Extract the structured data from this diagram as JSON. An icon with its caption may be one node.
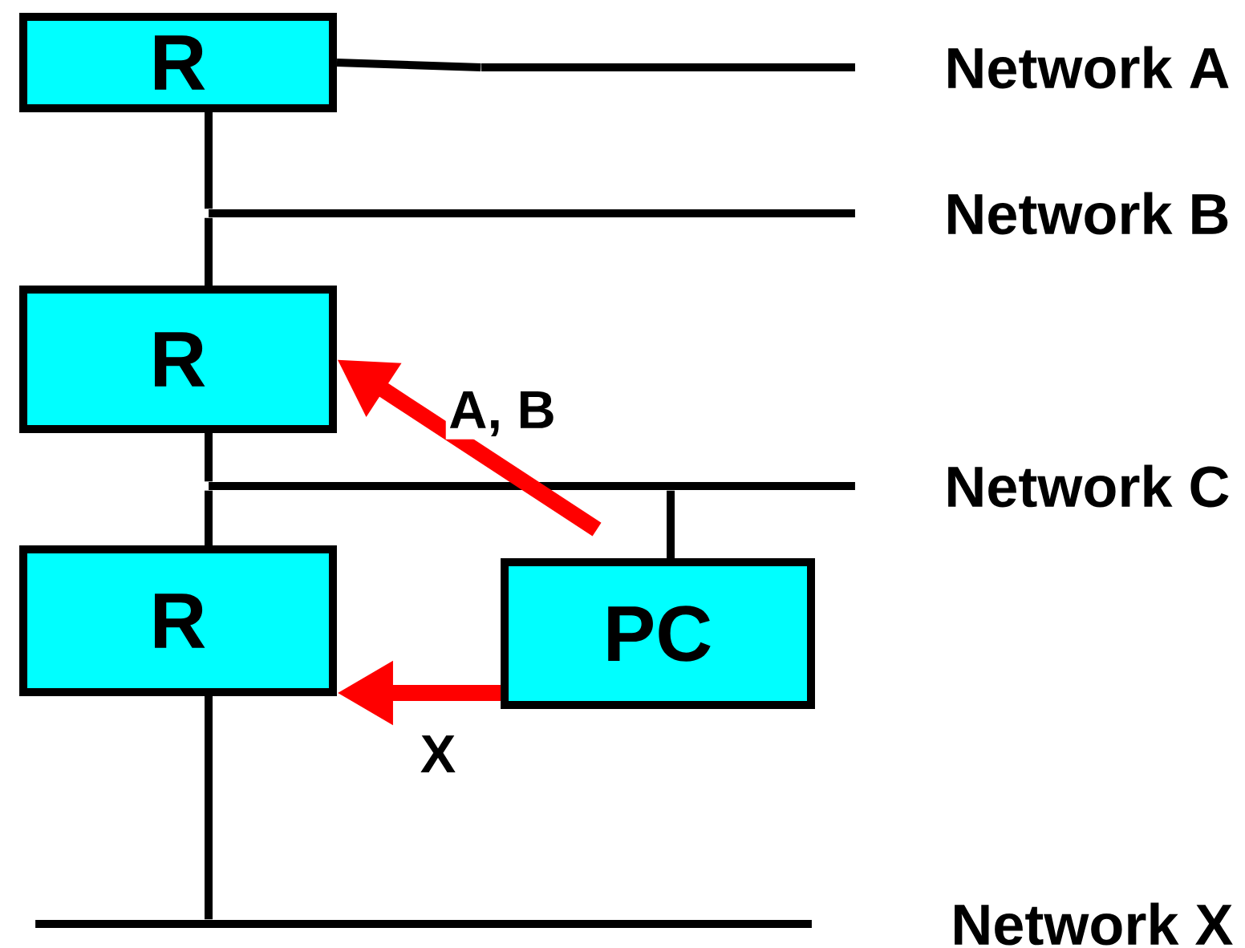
{
  "diagram": {
    "nodes": [
      {
        "text": [
          "R"
        ]
      },
      {
        "text": [
          "R"
        ]
      },
      {
        "text": [
          "R"
        ]
      },
      {
        "text": [
          "PC"
        ]
      },
      {
        "text": [
          "Network A"
        ]
      },
      {
        "text": [
          "Network B"
        ]
      },
      {
        "text": [
          "Network C"
        ]
      },
      {
        "text": [
          "Network X"
        ]
      }
    ],
    "edges": [
      {
        "from": 0,
        "to": 4,
        "arrow": "none"
      },
      {
        "from": 0,
        "to": 5,
        "arrow": "none"
      },
      {
        "from": 5,
        "to": 1,
        "arrow": "none"
      },
      {
        "from": 1,
        "to": 6,
        "arrow": "none"
      },
      {
        "from": 6,
        "to": 2,
        "arrow": "none"
      },
      {
        "from": 3,
        "to": 6,
        "arrow": "none"
      },
      {
        "from": 2,
        "to": 7,
        "arrow": "none"
      },
      {
        "from": 3,
        "to": 1,
        "arrow": "to",
        "label": "A, B",
        "style": "thick",
        "color": "#ff0000"
      },
      {
        "from": 3,
        "to": 2,
        "arrow": "to",
        "label": "X",
        "style": "thick",
        "color": "#ff0000"
      }
    ]
  }
}
